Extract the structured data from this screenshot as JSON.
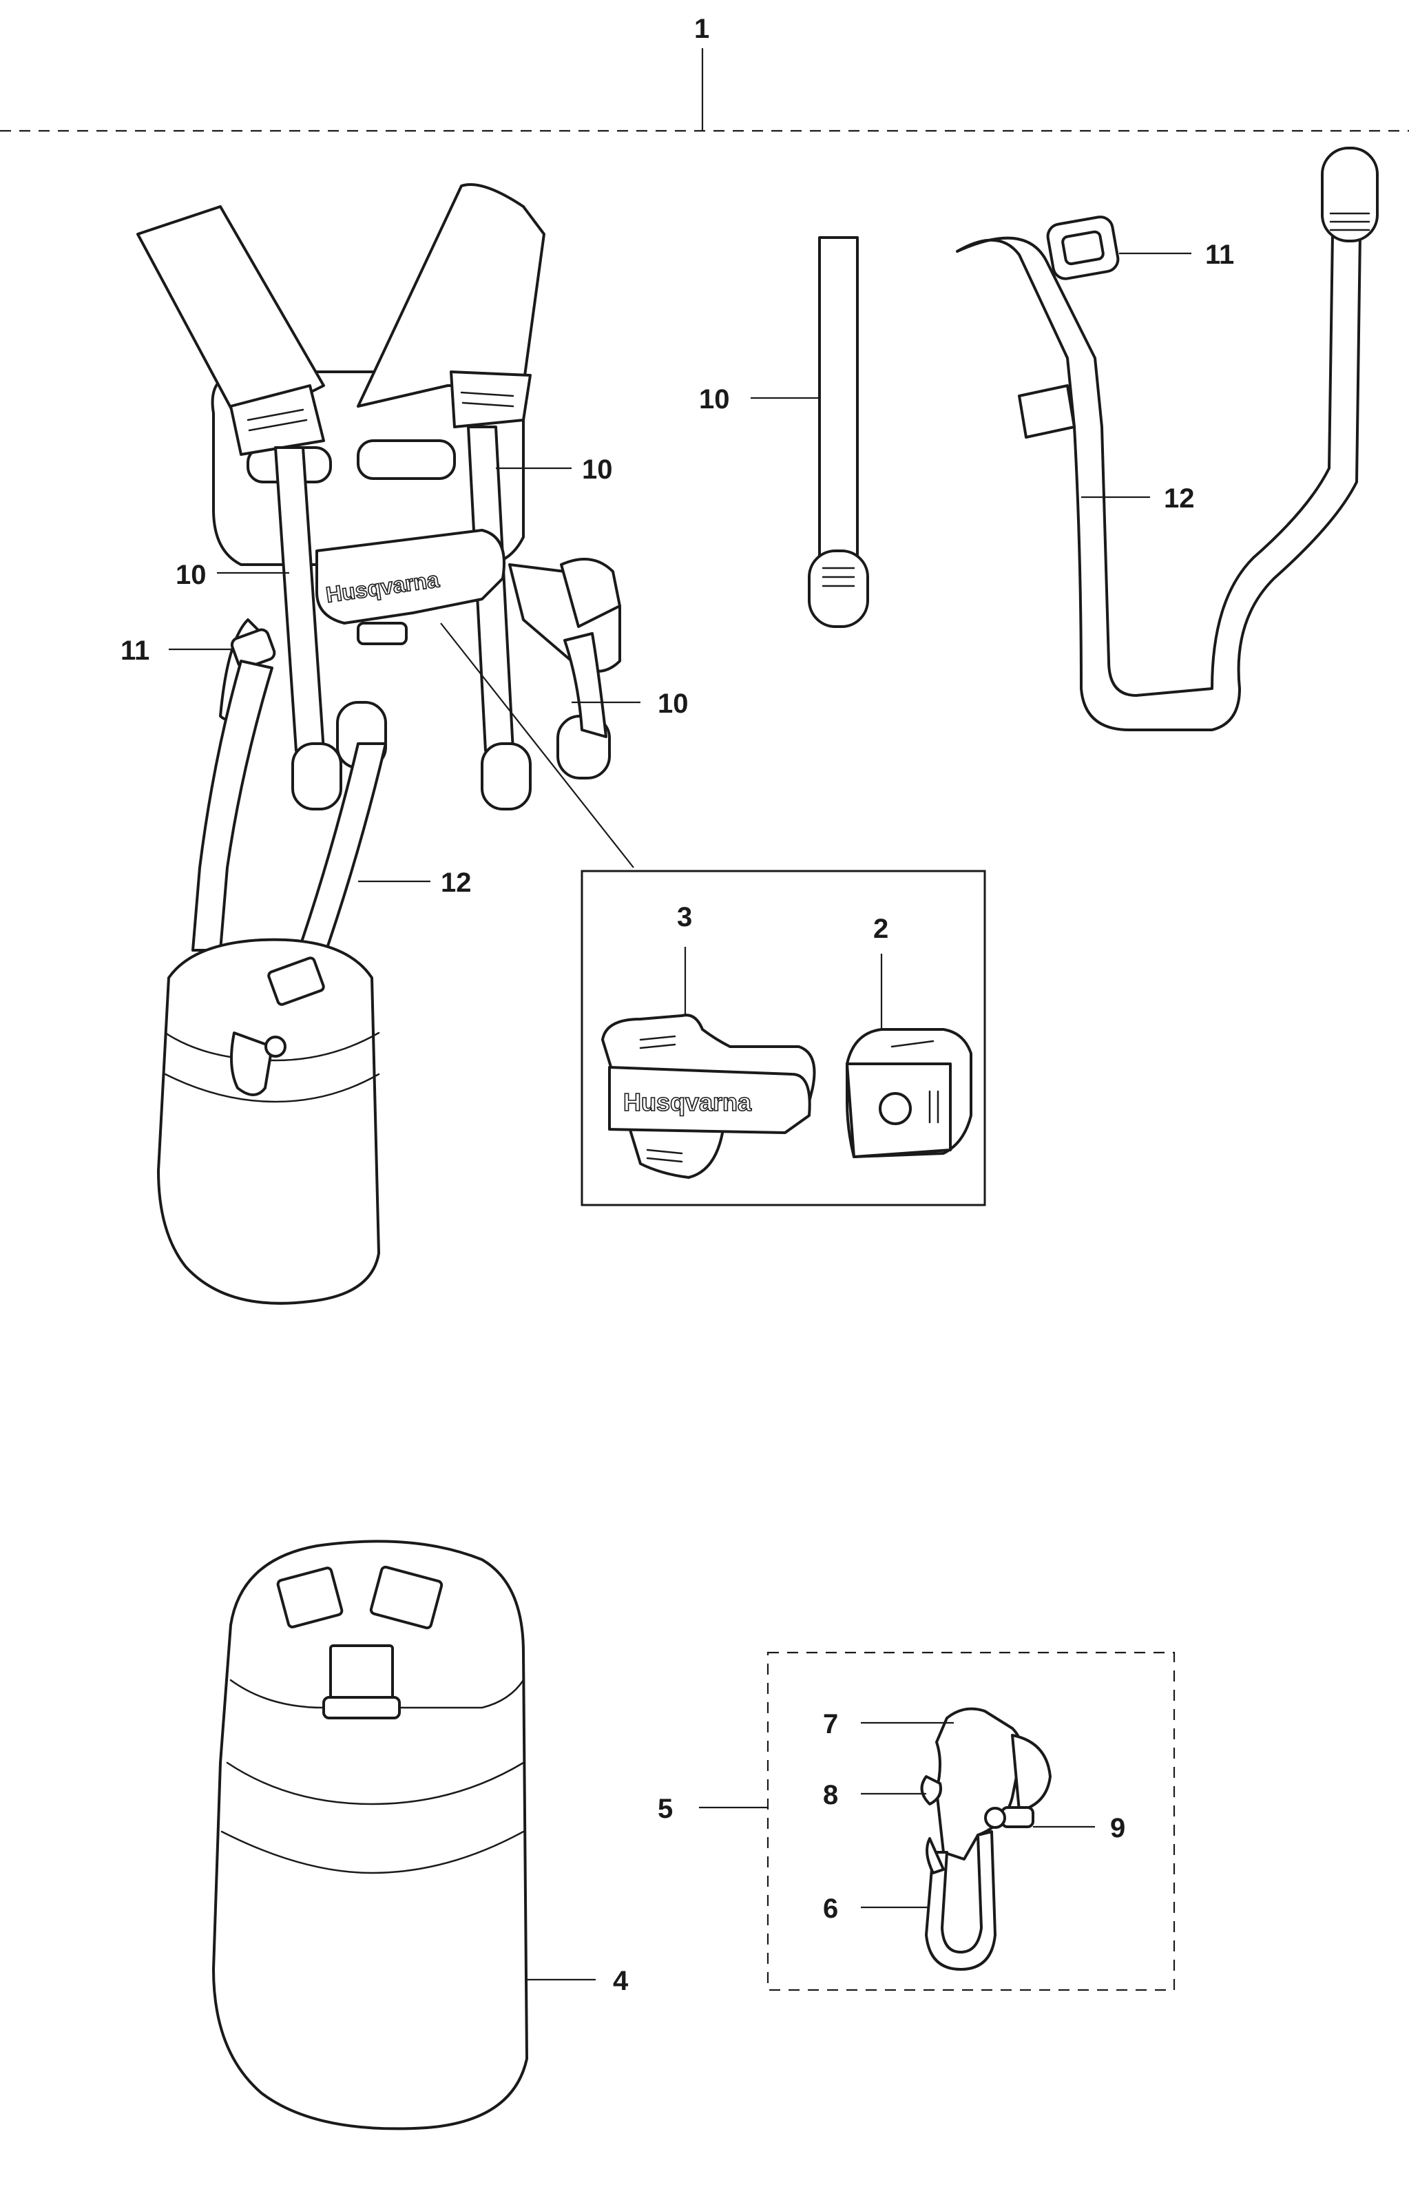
{
  "callouts": {
    "c1": "1",
    "c2": "2",
    "c3": "3",
    "c4": "4",
    "c5": "5",
    "c6": "6",
    "c7": "7",
    "c8": "8",
    "c9": "9",
    "c10": "10",
    "c11": "11",
    "c12": "12"
  },
  "brand": {
    "name": "Husqvarna"
  },
  "colors": {
    "ink": "#1a1a1a",
    "paper": "#ffffff"
  }
}
